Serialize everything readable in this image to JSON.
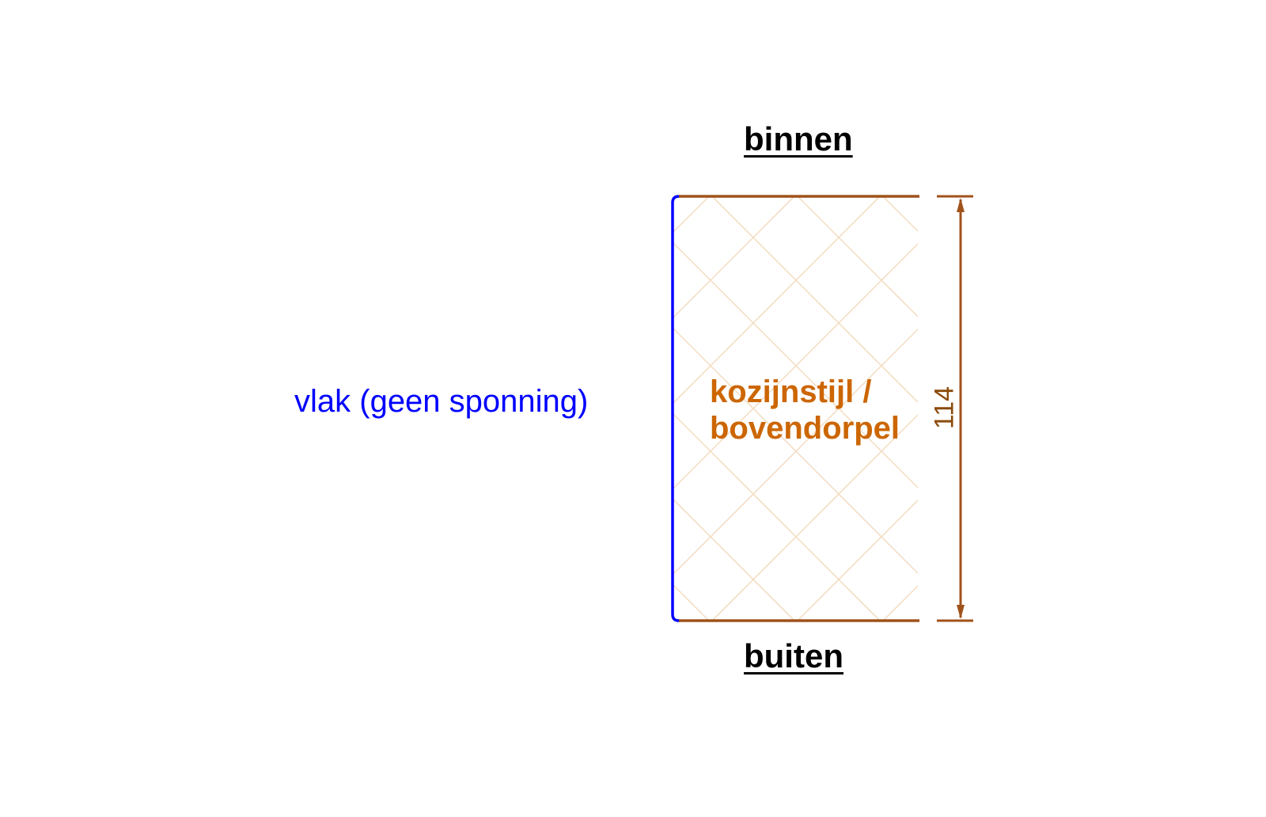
{
  "labels": {
    "inside": "binnen",
    "outside": "buiten",
    "flat_side": "vlak (geen sponning)",
    "member_line1": "kozijnstijl /",
    "member_line2": "bovendorpel",
    "dimension": "114"
  },
  "colors": {
    "frame_line": "#a0521a",
    "flat_side_line": "#0000ff",
    "member_text": "#cc6600",
    "hatch": "#f3dcc0",
    "dimension": "#8b4a0a"
  }
}
